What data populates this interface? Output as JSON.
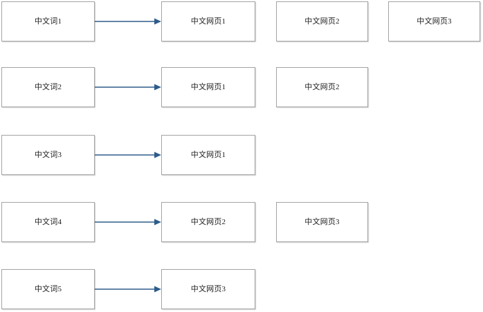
{
  "diagram": {
    "type": "bipartite-mapping",
    "background_color": "#ffffff",
    "node_border_color": "#a3a3a3",
    "node_fill_color": "#ffffff",
    "edge_color": "#2e5c8a",
    "text_color": "#1a1a1a",
    "rows": [
      {
        "source": "中文词1",
        "targets": [
          "中文网页1",
          "中文网页2",
          "中文网页3"
        ],
        "arrow_to": "中文网页1"
      },
      {
        "source": "中文词2",
        "targets": [
          "中文网页1",
          "中文网页2"
        ],
        "arrow_to": "中文网页1"
      },
      {
        "source": "中文词3",
        "targets": [
          "中文网页1"
        ],
        "arrow_to": "中文网页1"
      },
      {
        "source": "中文词4",
        "targets": [
          "中文网页2",
          "中文网页3"
        ],
        "arrow_to": "中文网页2"
      },
      {
        "source": "中文词5",
        "targets": [
          "中文网页3"
        ],
        "arrow_to": "中文网页3"
      }
    ]
  }
}
